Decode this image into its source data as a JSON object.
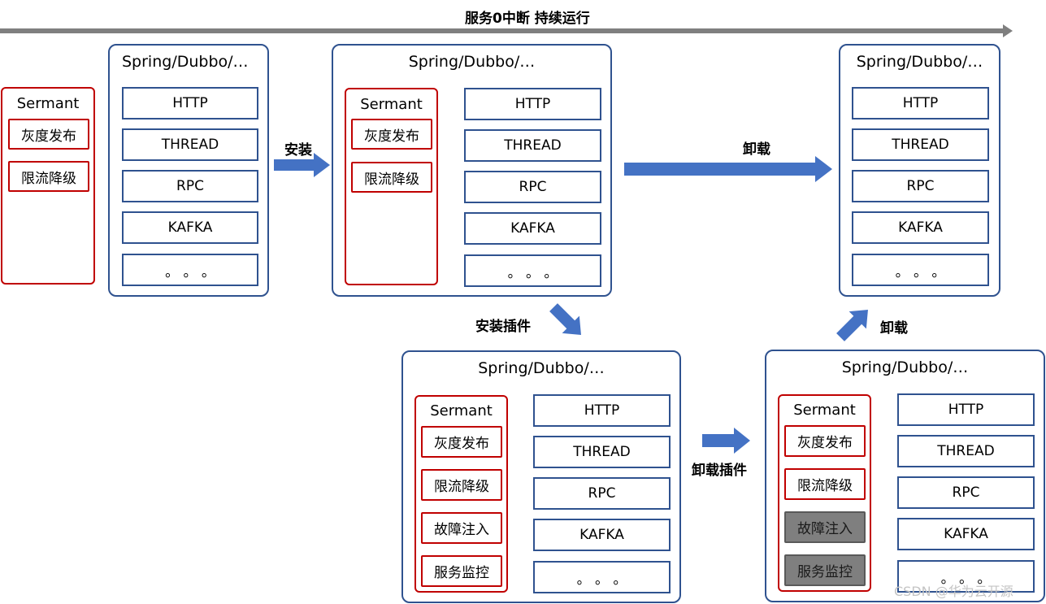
{
  "timeline": {
    "title": "服务0中断 持续运行"
  },
  "stage1": {
    "sermant": {
      "title": "Sermant",
      "plugins": [
        "灰度发布",
        "限流降级"
      ]
    },
    "framework": {
      "title": "Spring/Dubbo/…",
      "components": [
        "HTTP",
        "THREAD",
        "RPC",
        "KAFKA",
        "。 。 。"
      ]
    }
  },
  "stage2": {
    "framework": {
      "title": "Spring/Dubbo/…",
      "components": [
        "HTTP",
        "THREAD",
        "RPC",
        "KAFKA",
        "。 。 。"
      ]
    },
    "sermant": {
      "title": "Sermant",
      "plugins": [
        "灰度发布",
        "限流降级"
      ]
    }
  },
  "stage3": {
    "framework": {
      "title": "Spring/Dubbo/…",
      "components": [
        "HTTP",
        "THREAD",
        "RPC",
        "KAFKA",
        "。 。 。"
      ]
    }
  },
  "stage4": {
    "framework": {
      "title": "Spring/Dubbo/…",
      "components": [
        "HTTP",
        "THREAD",
        "RPC",
        "KAFKA",
        "。 。 。"
      ]
    },
    "sermant": {
      "title": "Sermant",
      "plugins": [
        "灰度发布",
        "限流降级",
        "故障注入",
        "服务监控"
      ]
    }
  },
  "stage5": {
    "framework": {
      "title": "Spring/Dubbo/…",
      "components": [
        "HTTP",
        "THREAD",
        "RPC",
        "KAFKA",
        "。 。 。"
      ]
    },
    "sermant": {
      "title": "Sermant",
      "plugins": [
        "灰度发布",
        "限流降级",
        "故障注入",
        "服务监控"
      ]
    }
  },
  "steps": {
    "install": "安装",
    "uninstall_top": "卸载",
    "install_plugin": "安装插件",
    "uninstall_plugin": "卸载插件",
    "uninstall_bottom": "卸载"
  },
  "watermark": "CSDN @华为云开源",
  "colors": {
    "framework_border": "#2f528f",
    "sermant_border": "#c00000",
    "arrow_fill": "#4472c4",
    "timeline_arrow": "#7f7f7f",
    "disabled_plugin": "#7f7f7f"
  }
}
